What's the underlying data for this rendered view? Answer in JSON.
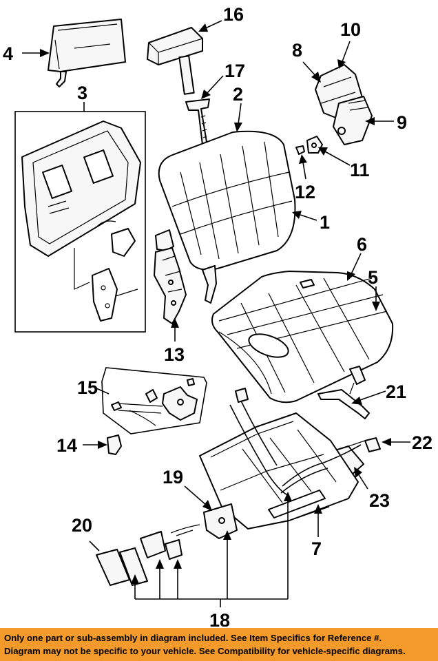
{
  "diagram": {
    "callouts": [
      "1",
      "2",
      "3",
      "4",
      "5",
      "6",
      "7",
      "8",
      "9",
      "10",
      "11",
      "12",
      "13",
      "14",
      "15",
      "16",
      "17",
      "18",
      "19",
      "20",
      "21",
      "22",
      "23"
    ]
  },
  "footer": {
    "line1": "Only one part or sub-assembly in diagram included. See Item Specifics for Reference #.",
    "line2": "Diagram may not be specific to your vehicle. See Compatibility for vehicle-specific diagrams."
  },
  "colors": {
    "footer_background": "#f39a2b",
    "line_art": "#000000",
    "background": "#ffffff"
  }
}
